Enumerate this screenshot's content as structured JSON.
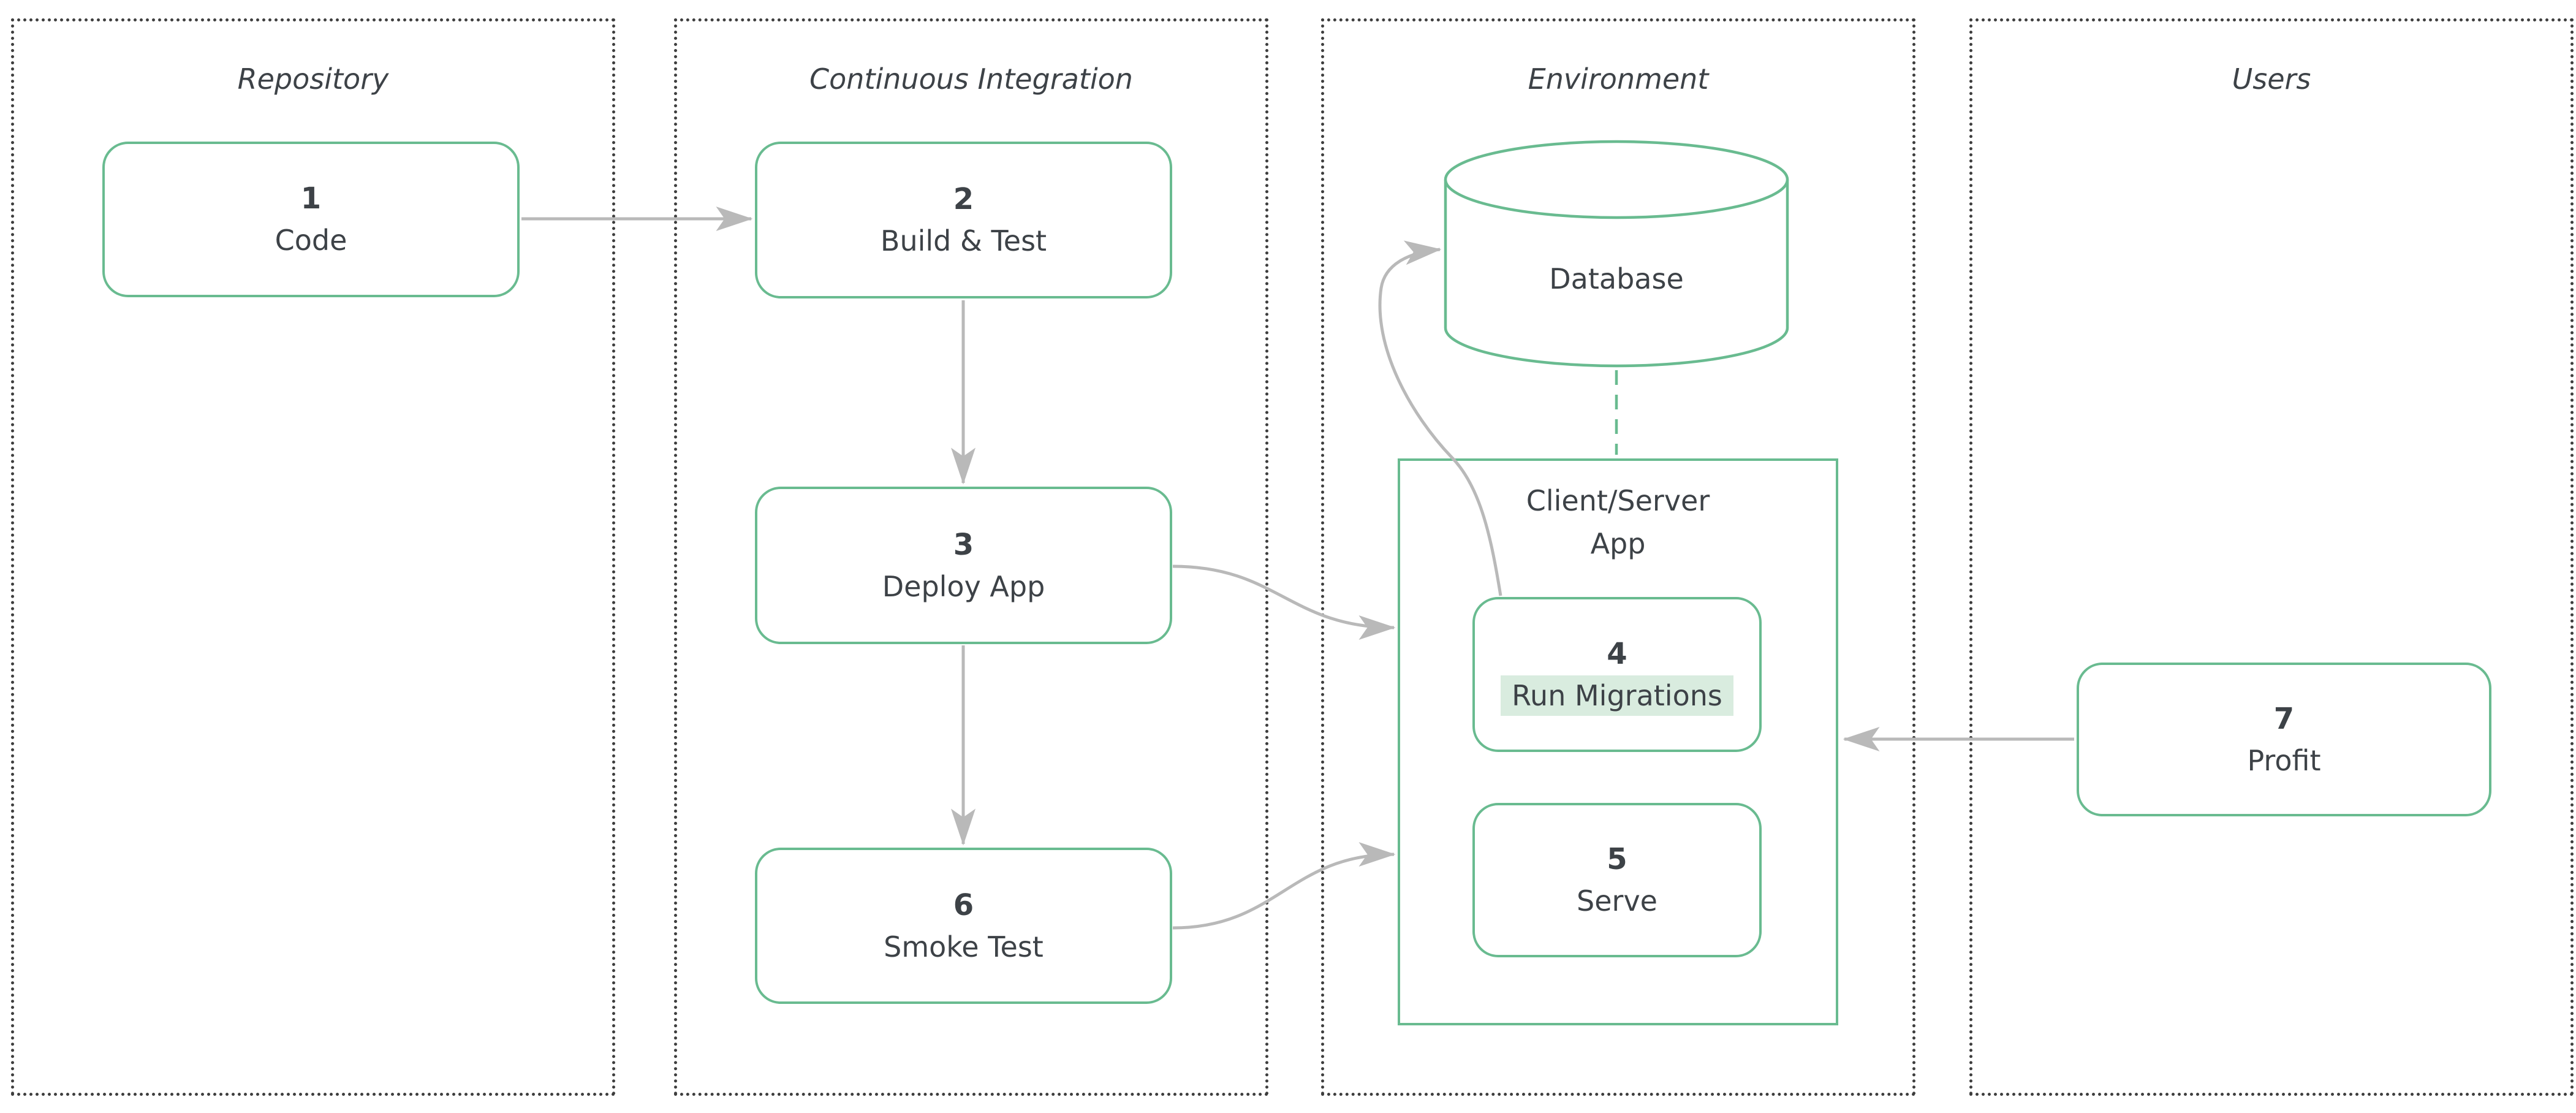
{
  "columns": {
    "repository": {
      "title": "Repository"
    },
    "ci": {
      "title": "Continuous Integration"
    },
    "environment": {
      "title": "Environment"
    },
    "users": {
      "title": "Users"
    }
  },
  "nodes": {
    "code": {
      "number": "1",
      "label": "Code"
    },
    "build_test": {
      "number": "2",
      "label": "Build & Test"
    },
    "deploy_app": {
      "number": "3",
      "label": "Deploy App"
    },
    "run_migrations": {
      "number": "4",
      "label": "Run Migrations",
      "highlighted": true
    },
    "serve": {
      "number": "5",
      "label": "Serve"
    },
    "smoke_test": {
      "number": "6",
      "label": "Smoke Test"
    },
    "profit": {
      "number": "7",
      "label": "Profit"
    }
  },
  "database": {
    "label": "Database"
  },
  "app_container": {
    "title_line1": "Client/Server",
    "title_line2": "App"
  },
  "edges": [
    {
      "from": "code",
      "to": "build_test",
      "style": "solid-arrow"
    },
    {
      "from": "build_test",
      "to": "deploy_app",
      "style": "solid-arrow"
    },
    {
      "from": "deploy_app",
      "to": "smoke_test",
      "style": "solid-arrow"
    },
    {
      "from": "deploy_app",
      "to": "client_server_app",
      "style": "curved-arrow"
    },
    {
      "from": "smoke_test",
      "to": "client_server_app",
      "style": "curved-arrow"
    },
    {
      "from": "run_migrations",
      "to": "database",
      "style": "curved-arrow"
    },
    {
      "from": "profit",
      "to": "client_server_app",
      "style": "solid-arrow"
    },
    {
      "from": "database",
      "to": "client_server_app",
      "style": "dashed-link"
    }
  ],
  "colors": {
    "green_border": "#69bb90",
    "green_highlight": "#d9ecdf",
    "arrow_gray": "#b9b9b9",
    "text": "#3d4247",
    "dotted_border": "#3e3e3e"
  }
}
